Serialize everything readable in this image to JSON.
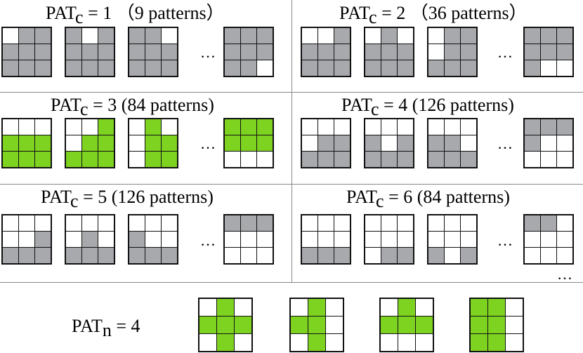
{
  "colors": {
    "gray": "#a7a9ac",
    "green": "#7ed321"
  },
  "ellipsis": "…",
  "panels": [
    {
      "pre": "PAT",
      "sub": "c",
      "post": " = 1  （9 patterns）",
      "color": "gray",
      "grids": [
        "011111111",
        "101111111",
        "110111111",
        "111111110"
      ]
    },
    {
      "pre": "PAT",
      "sub": "c",
      "post": " = 2  （36 patterns）",
      "color": "gray",
      "grids": [
        "001111111",
        "010111111",
        "011011111",
        "111111100"
      ]
    },
    {
      "pre": "PAT",
      "sub": "c",
      "post": " = 3 (84 patterns)",
      "color": "green",
      "grids": [
        "000111111",
        "001011111",
        "010011011",
        "111111000"
      ]
    },
    {
      "pre": "PAT",
      "sub": "c",
      "post": " = 4 (126 patterns)",
      "color": "gray",
      "grids": [
        "000011111",
        "000101111",
        "000110111",
        "111100000"
      ]
    },
    {
      "pre": "PAT",
      "sub": "c",
      "post": " = 5 (126 patterns)",
      "color": "gray",
      "grids": [
        "000001111",
        "000010111",
        "000100111",
        "111000000"
      ]
    },
    {
      "pre": "PAT",
      "sub": "c",
      "post": " = 6 (84 patterns)",
      "color": "gray",
      "grids": [
        "000000111",
        "000000011",
        "000000101",
        "110000000"
      ],
      "extra_ellipsis": true
    }
  ],
  "bottom": {
    "pre": "PAT",
    "sub": "n",
    "post": " = 4",
    "color": "green",
    "grids": [
      "010111010",
      "010110010",
      "010111000",
      "110110110"
    ]
  }
}
